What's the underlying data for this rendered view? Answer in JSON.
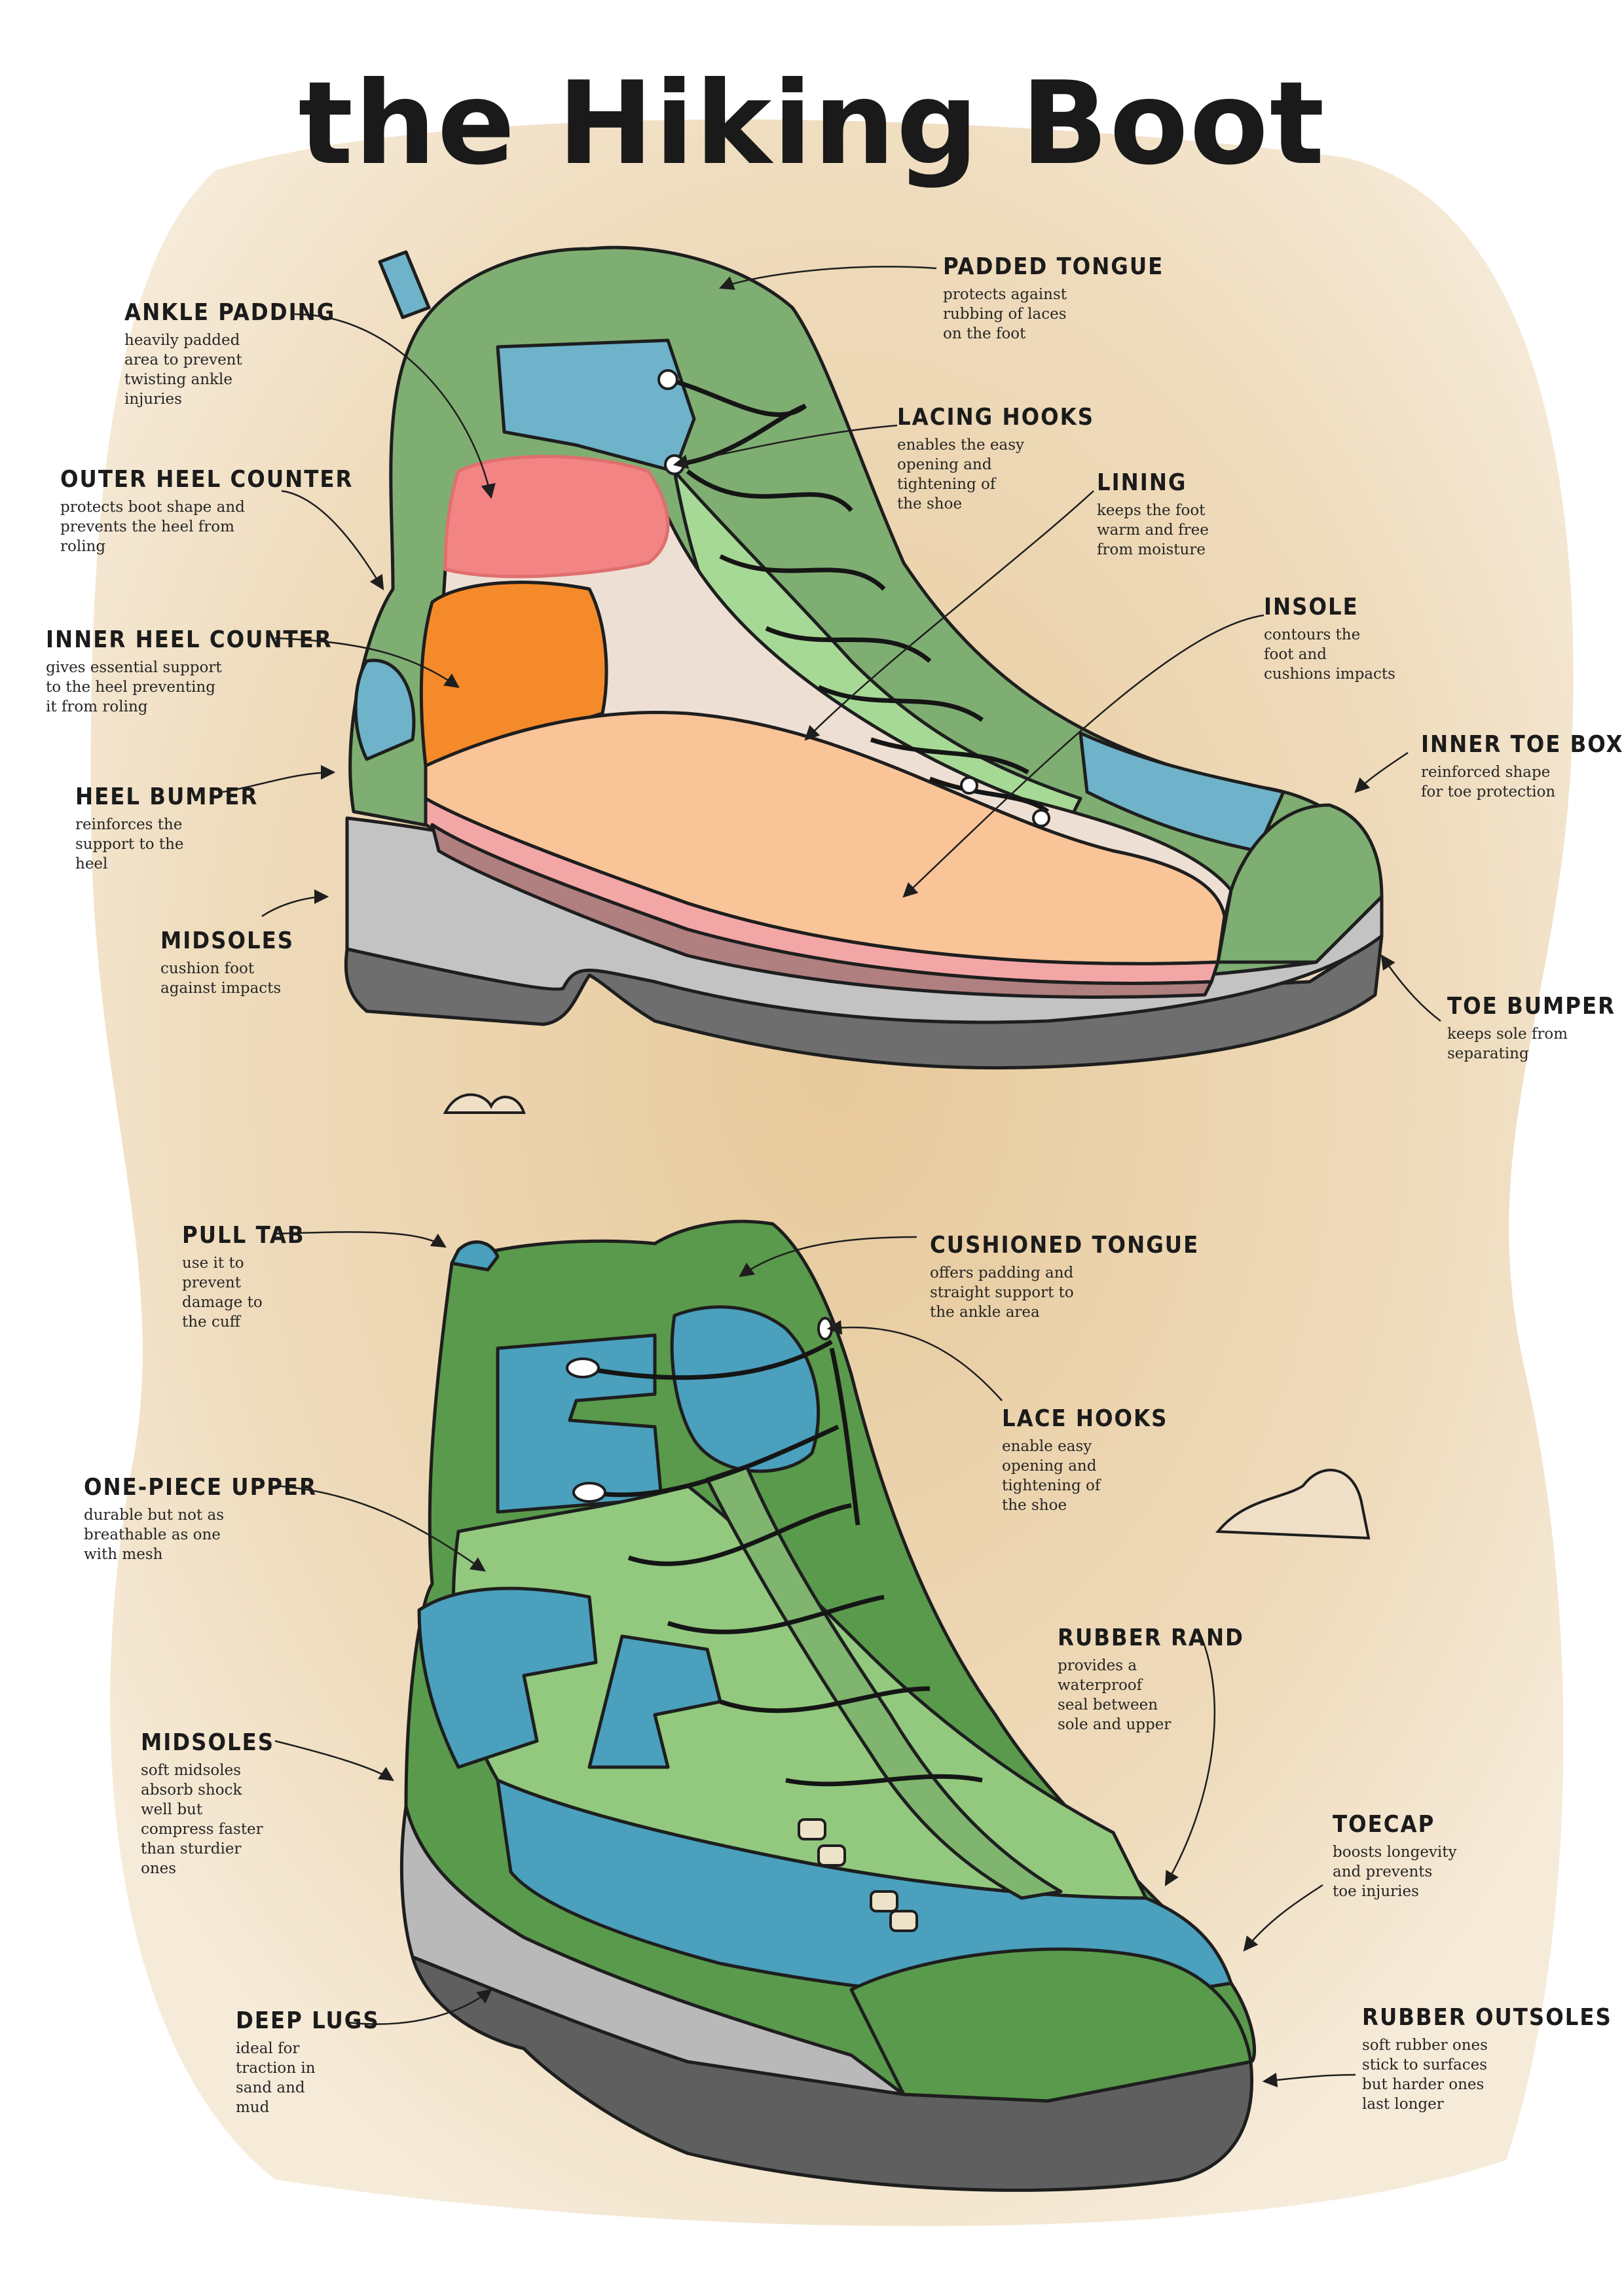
{
  "title": "the Hiking Boot",
  "colors": {
    "background_wash": "#ecd7b3",
    "green": "#5a9a4c",
    "light_green": "#92c97e",
    "muted_green": "#7fae72",
    "blue": "#4aa0bd",
    "pink": "#f28484",
    "orange": "#f58a2a",
    "peach": "#f9c497",
    "lining": "#eedfd4",
    "sole_light": "#c3c3c3",
    "sole_dark": "#6e6e6e",
    "outline": "#1e1e1e"
  },
  "top_boot": {
    "labels": {
      "padded_tongue": {
        "title": "PADDED TONGUE",
        "desc": "protects against\nrubbing of laces\non the foot"
      },
      "ankle_padding": {
        "title": "ANKLE PADDING",
        "desc": "heavily padded\narea to prevent\ntwisting ankle\ninjuries"
      },
      "lacing_hooks": {
        "title": "LACING HOOKS",
        "desc": "enables the easy\nopening and\ntightening of\nthe shoe"
      },
      "outer_heel_counter": {
        "title": "OUTER HEEL COUNTER",
        "desc": "protects boot shape and\nprevents the heel from\nroling"
      },
      "lining": {
        "title": "LINING",
        "desc": "keeps the foot\nwarm and free\nfrom moisture"
      },
      "insole": {
        "title": "INSOLE",
        "desc": "contours the\nfoot and\ncushions impacts"
      },
      "inner_heel_counter": {
        "title": "INNER HEEL COUNTER",
        "desc": "gives essential support\nto the heel preventing\nit from roling"
      },
      "inner_toe_box": {
        "title": "INNER TOE BOX",
        "desc": "reinforced shape\nfor toe protection"
      },
      "heel_bumper": {
        "title": "HEEL BUMPER",
        "desc": "reinforces the\nsupport to the\nheel"
      },
      "midsoles": {
        "title": "MIDSOLES",
        "desc": "cushion foot\nagainst impacts"
      },
      "toe_bumper": {
        "title": "TOE BUMPER",
        "desc": "keeps sole from\nseparating"
      }
    }
  },
  "bottom_boot": {
    "labels": {
      "pull_tab": {
        "title": "PULL TAB",
        "desc": "use it to\nprevent\ndamage to\nthe cuff"
      },
      "cushioned_tongue": {
        "title": "CUSHIONED TONGUE",
        "desc": "offers padding and\nstraight support to\nthe ankle area"
      },
      "lace_hooks": {
        "title": "LACE HOOKS",
        "desc": "enable easy\nopening and\ntightening of\nthe shoe"
      },
      "one_piece_upper": {
        "title": "ONE-PIECE UPPER",
        "desc": "durable but not as\nbreathable as one\nwith mesh"
      },
      "rubber_rand": {
        "title": "RUBBER RAND",
        "desc": "provides a\nwaterproof\nseal between\nsole and upper"
      },
      "midsoles": {
        "title": "MIDSOLES",
        "desc": "soft midsoles\nabsorb shock\nwell but\ncompress faster\nthan sturdier\nones"
      },
      "toecap": {
        "title": "TOECAP",
        "desc": "boosts longevity\nand prevents\ntoe injuries"
      },
      "deep_lugs": {
        "title": "DEEP LUGS",
        "desc": "ideal for\ntraction in\nsand and\nmud"
      },
      "rubber_outsoles": {
        "title": "RUBBER OUTSOLES",
        "desc": "soft rubber ones\nstick to surfaces\nbut harder ones\nlast longer"
      }
    }
  }
}
